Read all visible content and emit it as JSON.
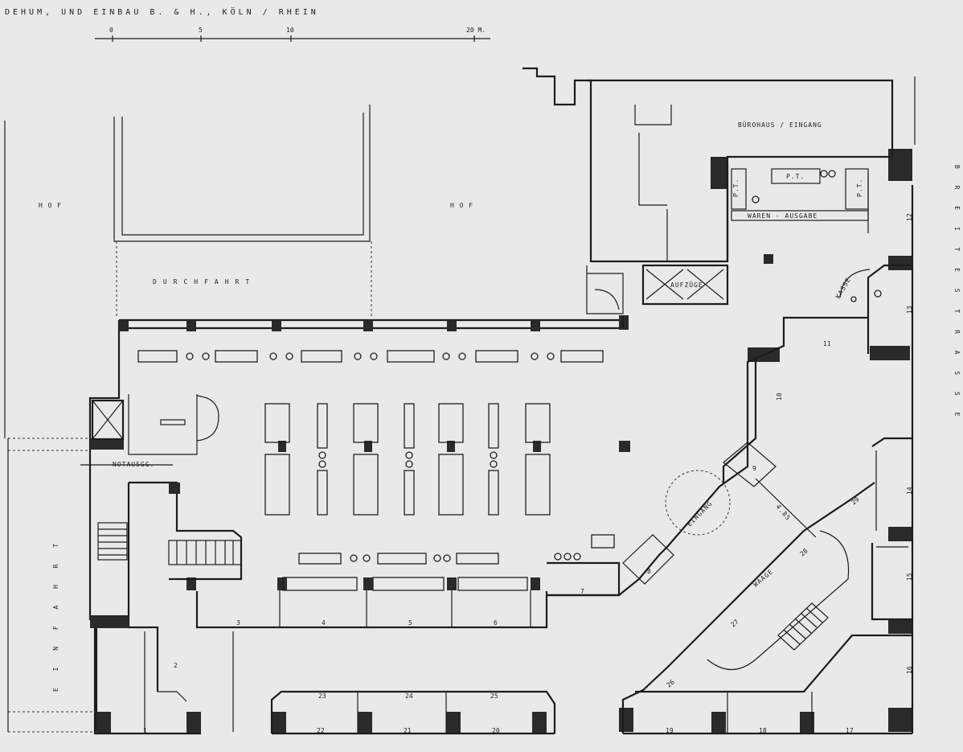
{
  "title": "DEHUM, UND EINBAU B. & H., KÖLN / RHEIN",
  "scale": {
    "ticks": [
      "0",
      "5",
      "10",
      "20 M."
    ]
  },
  "labels": {
    "hof_left": "H O F",
    "hof_right": "H O F",
    "durchfahrt": "DURCHFAHRT",
    "buerohaus_eingang": "BÜROHAUS / EINGANG",
    "breite_strasse": "B R E I T E  S T R A S S E",
    "einfahrt": "E I N F A H R T",
    "notausgang": "NOTAUSGG.",
    "aufzuege": "AUFZÜGE",
    "waren_ausgabe": "WAREN - AUSGABE",
    "pt_top": "P.T.",
    "pt_left": "P.T.",
    "pt_right": "P.T.",
    "kasse": "KASSE",
    "eingang": "EINGANG",
    "waage": "WAAGE",
    "dimension": "4.85"
  },
  "counters": [
    "1",
    "2",
    "3",
    "4",
    "5",
    "6",
    "7",
    "8",
    "9",
    "10",
    "11",
    "12",
    "13",
    "14",
    "15",
    "16",
    "17",
    "18",
    "19",
    "20",
    "21",
    "22",
    "23",
    "24",
    "25",
    "26",
    "27",
    "28",
    "29"
  ]
}
